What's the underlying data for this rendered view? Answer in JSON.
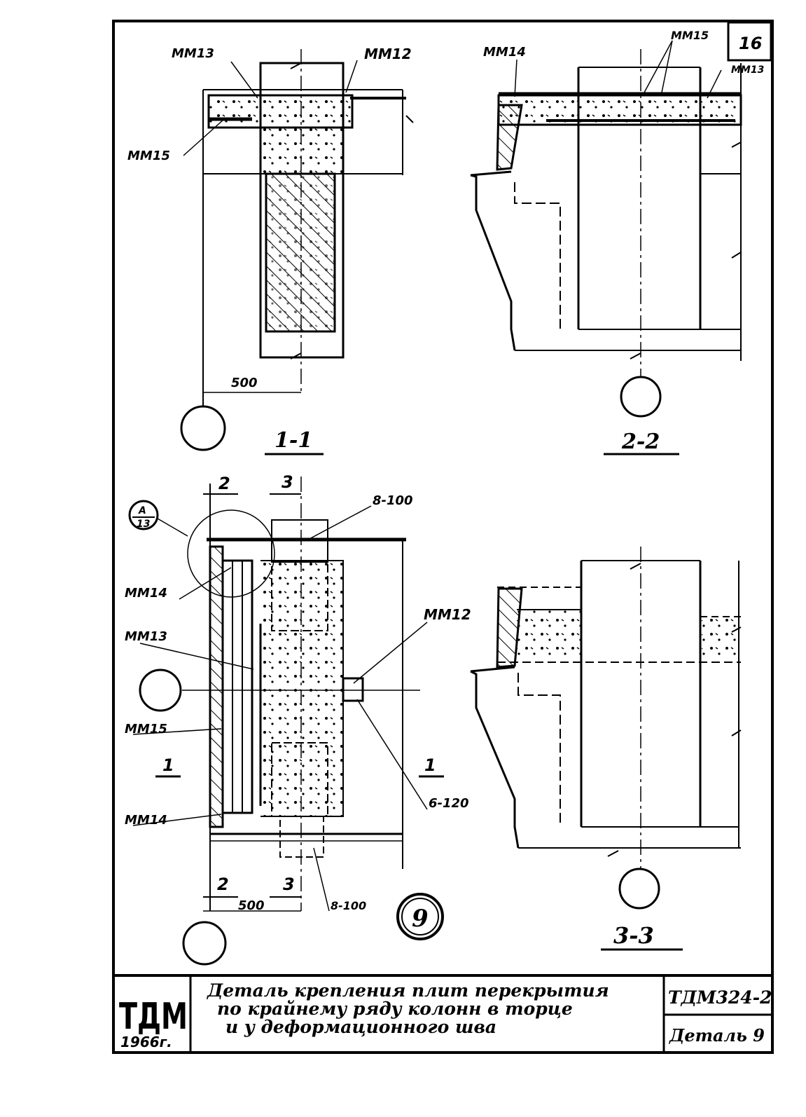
{
  "sheet_number": "16",
  "labels": {
    "mm13_a": "ММ13",
    "mm12_a": "ММ12",
    "mm15_a": "ММ15",
    "mm14_a": "ММ14",
    "mm15_b": "ММ15",
    "mm13_b": "ММ13",
    "ref_circle_top": "А",
    "ref_circle_bottom": "13",
    "mm14_b": "ММ14",
    "mm13_c": "ММ13",
    "mm15_c": "ММ15",
    "mm14_c": "ММ14",
    "mm12_b": "ММ12",
    "rebar_8_100_top": "8-100",
    "rebar_6_120": "6-120",
    "rebar_8_100_bottom": "8-100",
    "dim_500_a": "500",
    "dim_500_b": "500",
    "cut_2_top": "2",
    "cut_3_top": "3",
    "cut_2_bottom": "2",
    "cut_3_bottom": "3",
    "cut_1_left": "1",
    "cut_1_right": "1",
    "detail_number": "9"
  },
  "sections": {
    "s1": "1-1",
    "s2": "2-2",
    "s3": "3-3"
  },
  "title_block": {
    "logo": "ТДМ",
    "year": "1966г.",
    "title_line1": "Деталь крепления плит перекрытия",
    "title_line2": "по крайнему ряду колонн в торце",
    "title_line3": "и у деформационного шва",
    "doc_code": "ТДМ324-2",
    "detail": "Деталь 9"
  }
}
